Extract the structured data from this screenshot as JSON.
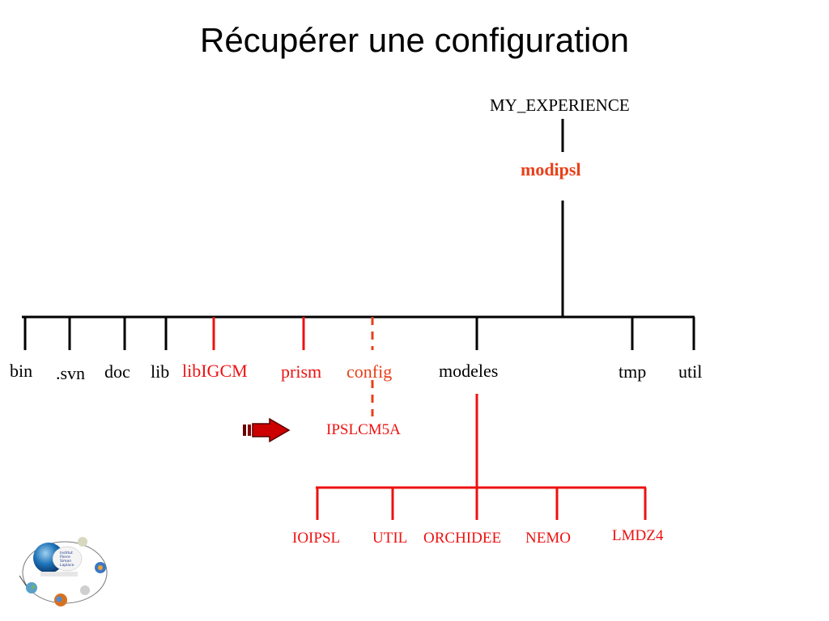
{
  "slide": {
    "title": "Récupérer une configuration"
  },
  "tree": {
    "root": "MY_EXPERIENCE",
    "main": "modipsl",
    "children": [
      "bin",
      ".svn",
      "doc",
      "lib",
      "libIGCM",
      "prism",
      "config",
      "modeles",
      "tmp",
      "util"
    ],
    "config_child": "IPSLCM5A",
    "modeles_children": [
      "IOIPSL",
      "UTIL",
      "ORCHIDEE",
      "NEMO",
      "LMDZ4"
    ]
  },
  "logo": {
    "name": "Institut Pierre Simon Laplace"
  },
  "colors": {
    "red": "#ee1111",
    "orange": "#e8401a",
    "black": "#000000",
    "arrow": "#cc0000"
  }
}
